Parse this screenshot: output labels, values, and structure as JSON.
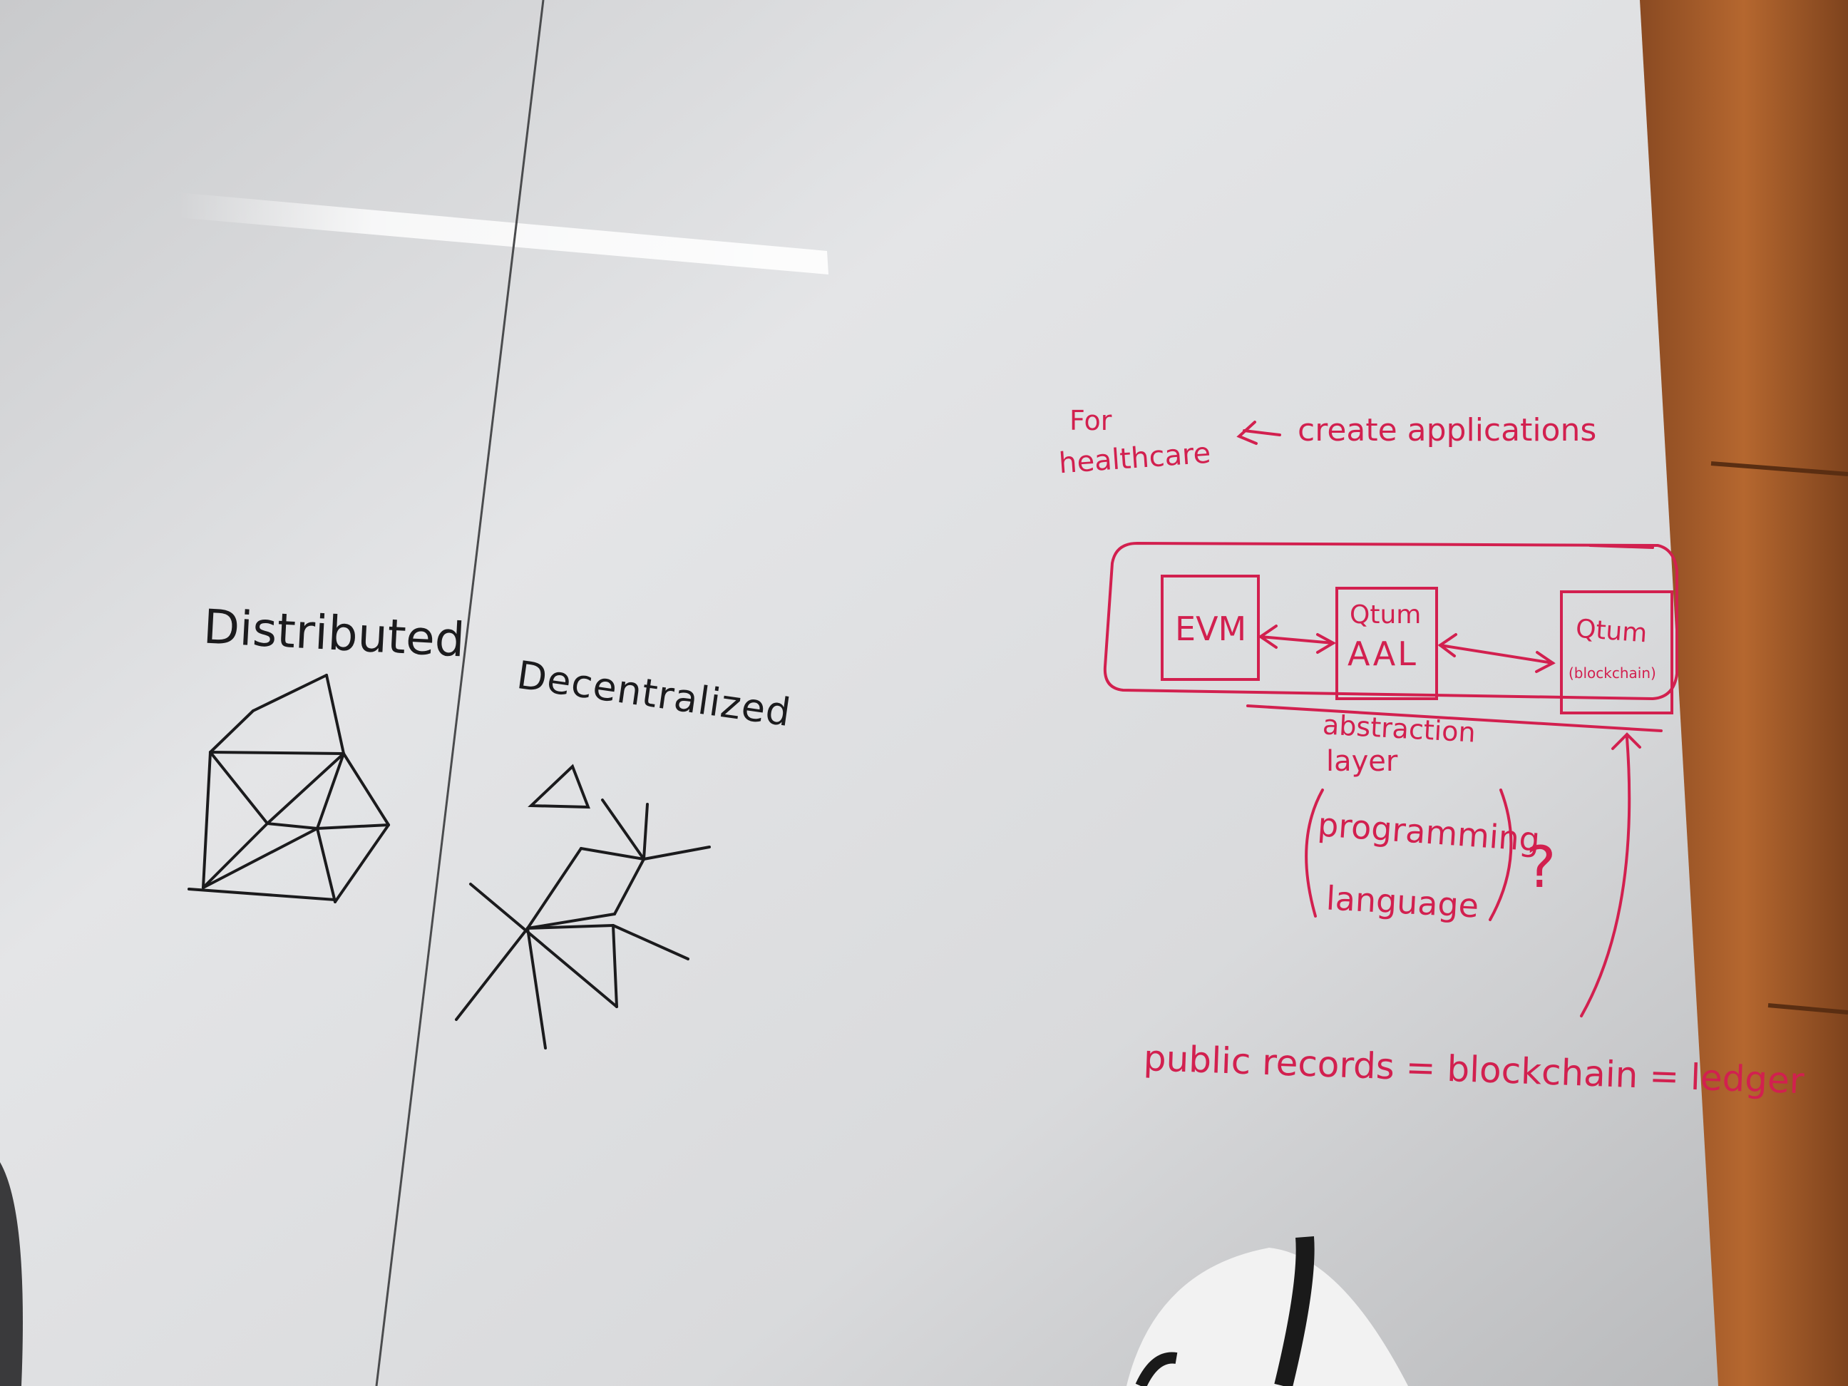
{
  "colors": {
    "black_marker": "#1b1b1d",
    "red_marker": "#d2204f",
    "board": "#dfe0e2",
    "wood_trim": "#b0612c"
  },
  "left_panel": {
    "distributed_label": "Distributed",
    "decentralized_label": "Decentralized"
  },
  "right_panel": {
    "for_label": "For",
    "healthcare_label": "healthcare",
    "create_label": "create applications",
    "evm_label": "EVM",
    "qtum_aal_line1": "Qtum",
    "qtum_aal_line2": "AAL",
    "qtum_chain_line1": "Qtum",
    "qtum_chain_line2": "(blockchain)",
    "abstraction_label": "abstraction",
    "layer_label": "layer",
    "programming_label": "programming",
    "language_label": "language",
    "question_mark": "?",
    "bottom_label": "public records = blockchain = ledger"
  }
}
